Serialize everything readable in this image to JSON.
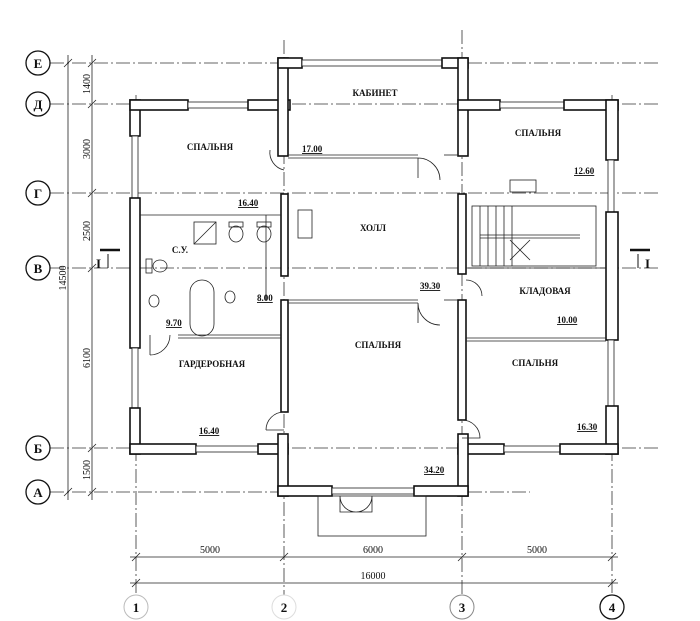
{
  "axes": {
    "rows": [
      "Е",
      "Д",
      "Г",
      "В",
      "Б",
      "А"
    ],
    "columns": [
      "1",
      "2",
      "3",
      "4"
    ]
  },
  "dimensions": {
    "vertical": [
      "1400",
      "3000",
      "2500",
      "14500",
      "6100",
      "1500"
    ],
    "horizontal": [
      "5000",
      "6000",
      "5000"
    ],
    "total_width": "16000"
  },
  "section_mark": "I",
  "rooms": [
    {
      "name": "КАБИНЕТ",
      "area": "17.00"
    },
    {
      "name": "СПАЛЬНЯ",
      "area": "16.40"
    },
    {
      "name": "СПАЛЬНЯ",
      "area": "12.60"
    },
    {
      "name": "ХОЛЛ",
      "area": "39.30"
    },
    {
      "name": "С.У.",
      "area": "8.00"
    },
    {
      "name": "КЛАДОВАЯ",
      "area": "10.00"
    },
    {
      "name": "СПАЛЬНЯ",
      "area": "34.20"
    },
    {
      "name": "ГАРДЕРОБНАЯ",
      "area": "16.40"
    },
    {
      "name": "СПАЛЬНЯ",
      "area": "16.30"
    }
  ],
  "extra_areas": {
    "hall_nook": "9.70"
  }
}
